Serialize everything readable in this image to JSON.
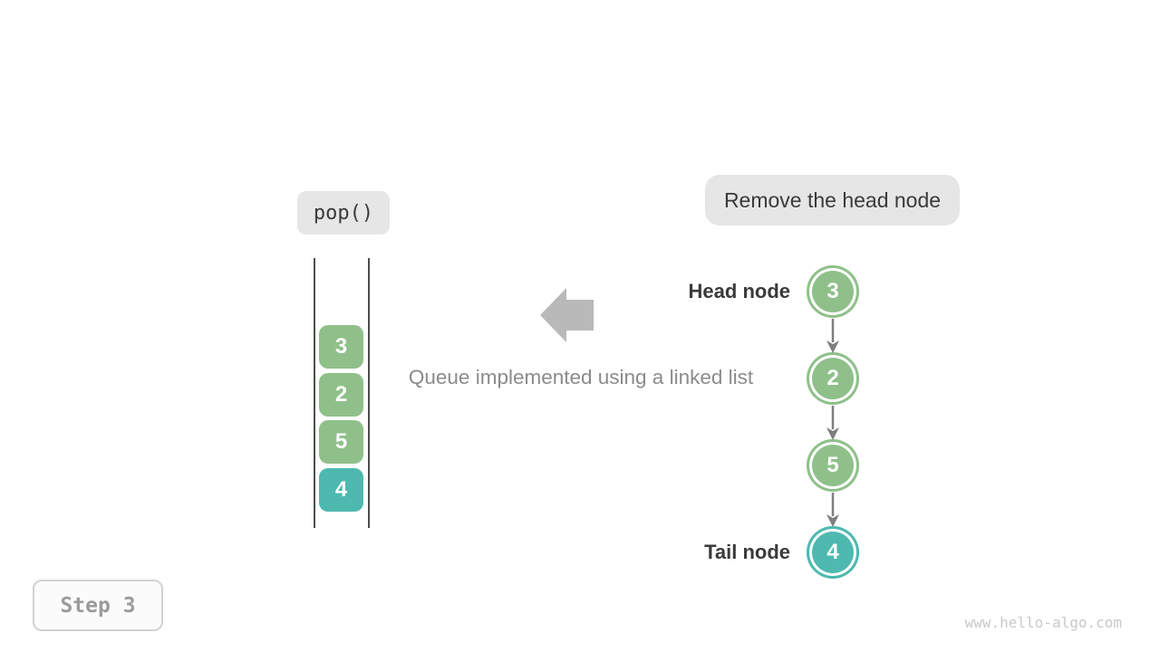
{
  "badges": {
    "operation": "pop()",
    "annotation": "Remove the head node"
  },
  "caption": "Queue implemented using a linked list",
  "stack": {
    "items": [
      {
        "value": "3",
        "color": "#8fc08a"
      },
      {
        "value": "2",
        "color": "#8fc08a"
      },
      {
        "value": "5",
        "color": "#8fc08a"
      },
      {
        "value": "4",
        "color": "#4db9af"
      }
    ]
  },
  "linked_list": {
    "head_label": "Head node",
    "tail_label": "Tail node",
    "nodes": [
      {
        "value": "3",
        "color": "#8fc08a"
      },
      {
        "value": "2",
        "color": "#8fc08a"
      },
      {
        "value": "5",
        "color": "#8fc08a"
      },
      {
        "value": "4",
        "color": "#4db9af"
      }
    ]
  },
  "footer": {
    "step_label": "Step 3",
    "watermark": "www.hello-algo.com"
  },
  "colors": {
    "node_green": "#8fc08a",
    "node_teal": "#4db9af",
    "link_arrow_grey": "#7f7f7f",
    "block_arrow_grey": "#b9b9b9",
    "badge_grey": "#e6e6e6"
  }
}
